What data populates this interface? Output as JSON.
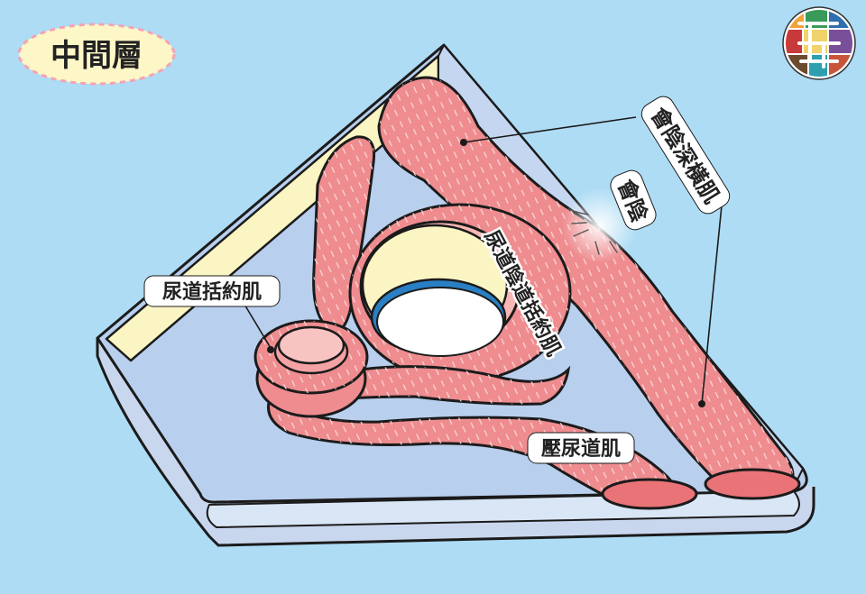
{
  "title": "中間層",
  "labels": {
    "urethral_sphincter": "尿道括約肌",
    "urethrovaginal_sphincter": "尿道陰道括約肌",
    "deep_transverse_perineal": "會陰深橫肌",
    "perineum": "會陰",
    "compressor_urethrae": "壓尿道肌"
  },
  "colors": {
    "background": "#aedcf5",
    "muscle": "#ee8c8f",
    "muscle_light": "#f6b3b3",
    "plate": "#b9cfee",
    "plate_edge": "#c9d7ee",
    "cream": "#fbf5c4",
    "outline": "#1b1b1b"
  },
  "logo": {
    "name": "logo-icon"
  }
}
